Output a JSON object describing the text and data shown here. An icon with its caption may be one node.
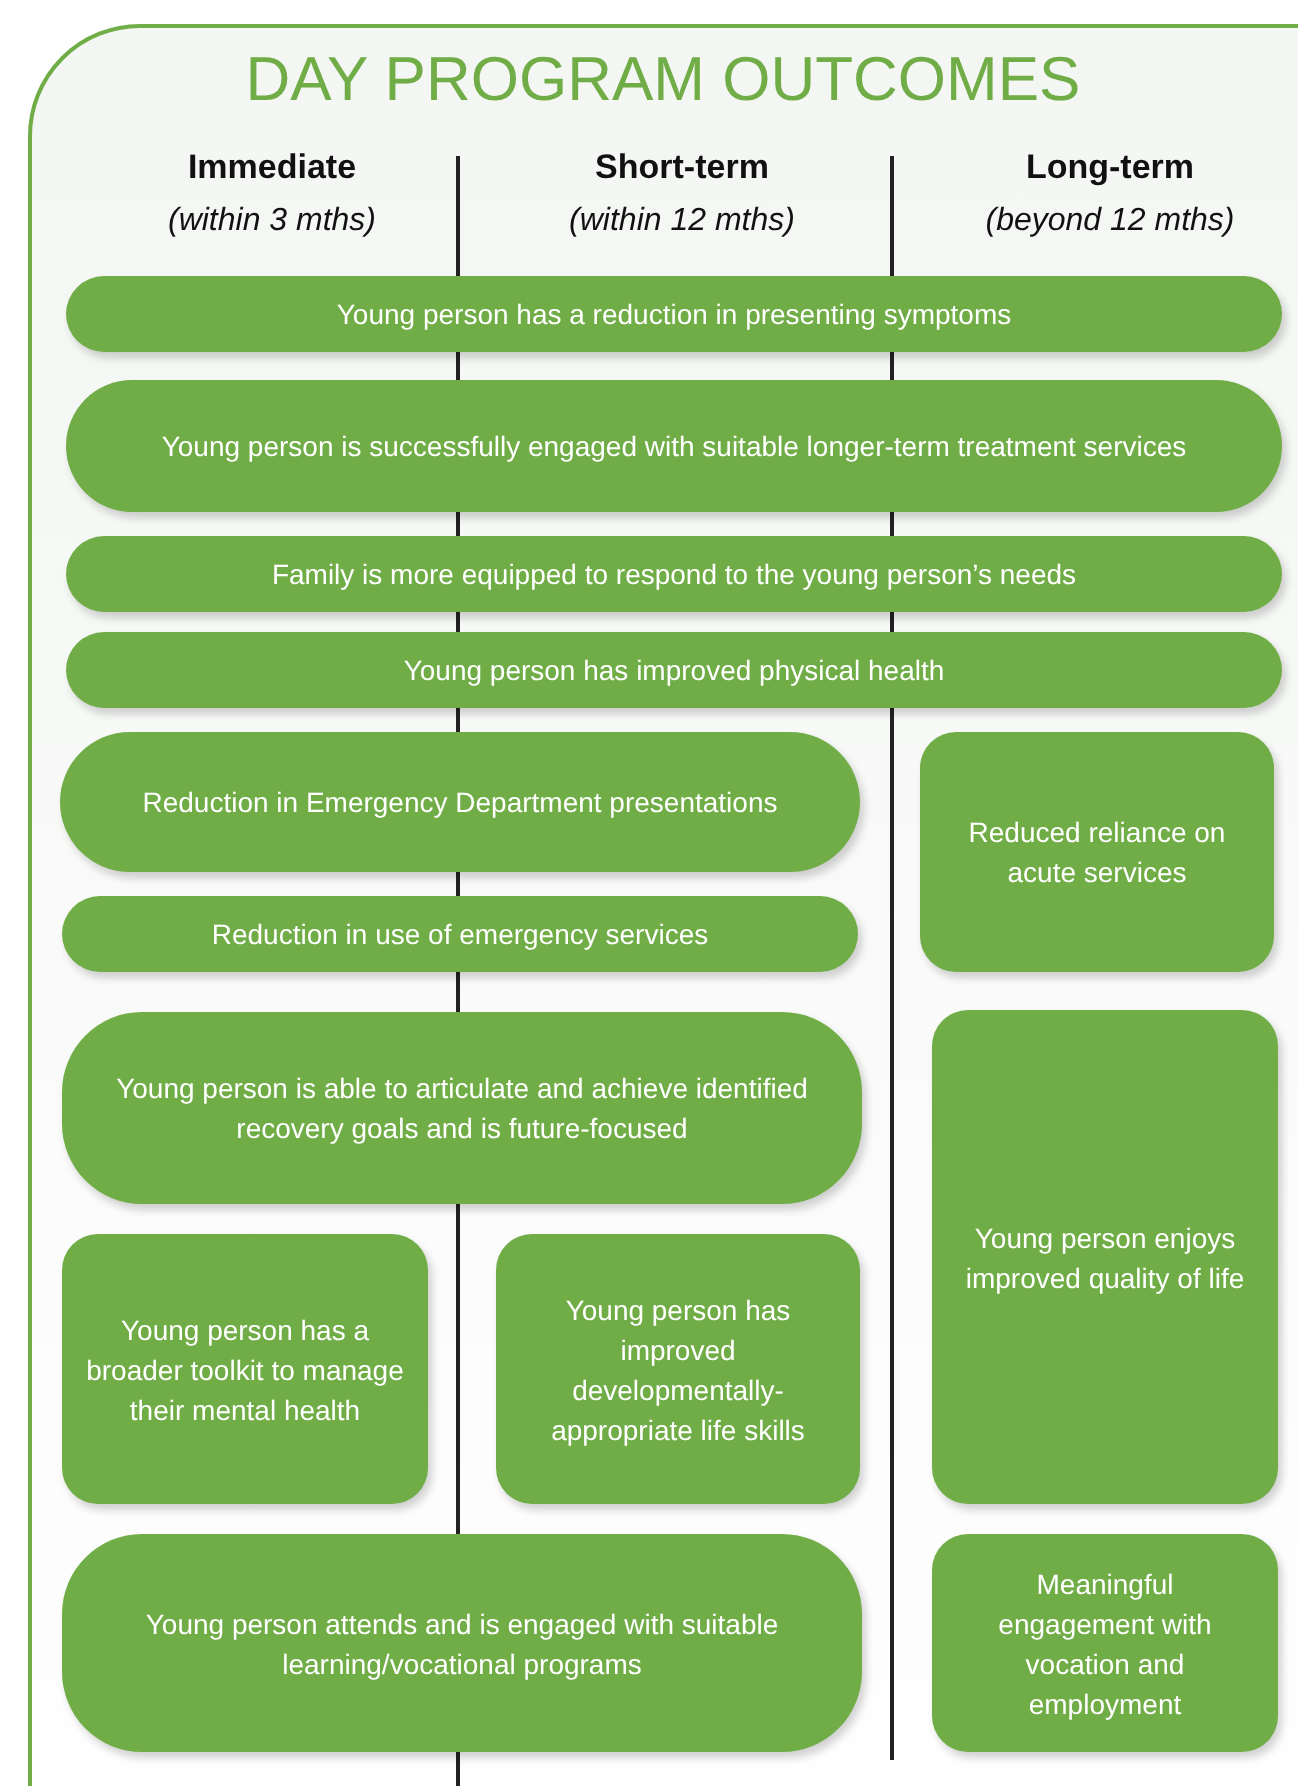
{
  "diagram": {
    "title": "DAY PROGRAM OUTCOMES",
    "nodes": [
      {
        "text": [
          "Young person has a reduction in presenting symptoms"
        ]
      },
      {
        "text": [
          "Young person is successfully engaged with suitable longer-term treatment services"
        ]
      },
      {
        "text": [
          "Family is more equipped to respond to the young person’s needs"
        ]
      },
      {
        "text": [
          "Young person has improved physical health"
        ]
      },
      {
        "text": [
          "Reduction in Emergency Department presentations"
        ]
      },
      {
        "text": [
          "Reduction in use of emergency services"
        ]
      },
      {
        "text": [
          "Young person is able to articulate and achieve identified recovery goals and is future-focused"
        ]
      },
      {
        "text": [
          "Young person has a broader toolkit to manage their mental health"
        ]
      },
      {
        "text": [
          "Young person has improved developmentally-appropriate life skills"
        ]
      },
      {
        "text": [
          "Reduced reliance on acute services"
        ]
      },
      {
        "text": [
          "Young person enjoys improved quality of life"
        ]
      },
      {
        "text": [
          "Young person attends and is engaged with suitable learning/vocational programs"
        ]
      },
      {
        "text": [
          "Meaningful engagement with vocation and employment"
        ]
      }
    ],
    "labels": [
      "Immediate",
      "(within 3 mths)",
      "Short-term",
      "(within 12 mths)",
      "Long-term",
      "(beyond 12 mths)"
    ]
  }
}
